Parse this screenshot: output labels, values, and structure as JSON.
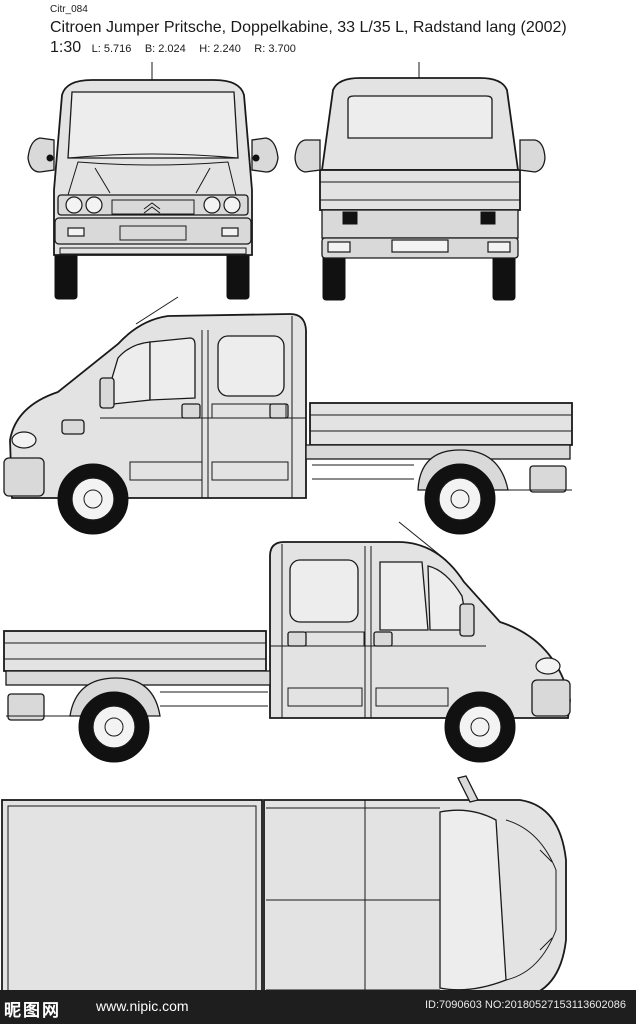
{
  "header": {
    "code": "Citr_084",
    "title": "Citroen Jumper Pritsche, Doppelkabine, 33 L/35 L, Radstand lang (2002)",
    "scale": "1:30",
    "dims": [
      "L: 5.716",
      "B: 2.024",
      "H: 2.240",
      "R: 3.700"
    ]
  },
  "views": [
    "front",
    "rear",
    "side-left",
    "side-right",
    "top"
  ],
  "watermark": {
    "logo": "昵图网",
    "url": "www.nipic.com",
    "id": "ID:7090603 NO:20180527153113602086"
  },
  "colors": {
    "body": "#e3e3e3",
    "outline": "#1a1a1a",
    "tire": "#111111",
    "footer": "#1e1e1e"
  }
}
